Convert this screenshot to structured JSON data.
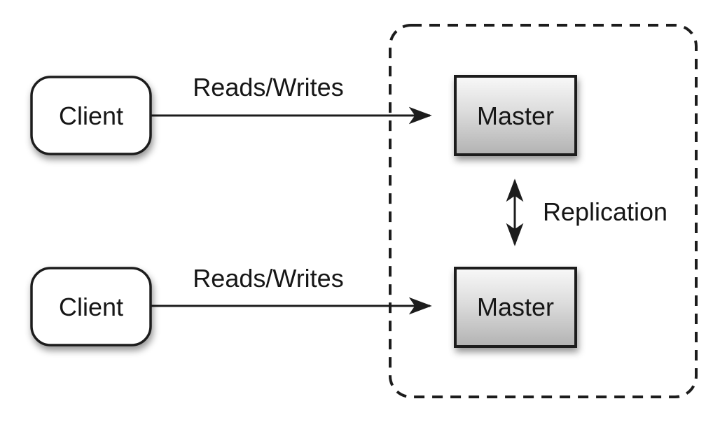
{
  "diagram": {
    "background": "#ffffff",
    "line_color": "#1c1c1c",
    "nodes": {
      "client_top": {
        "label": "Client",
        "fill": "#ffffff"
      },
      "client_bottom": {
        "label": "Client",
        "fill": "#ffffff"
      },
      "master_top": {
        "label": "Master"
      },
      "master_bottom": {
        "label": "Master"
      }
    },
    "master_gradient": {
      "top": "#f8f8f8",
      "mid": "#dcdcdc",
      "bottom": "#b2b2b2"
    },
    "edges": {
      "reads_writes_top": {
        "label": "Reads/Writes"
      },
      "reads_writes_bottom": {
        "label": "Reads/Writes"
      },
      "replication": {
        "label": "Replication"
      }
    },
    "cluster": {
      "border_color": "#1c1c1c",
      "border_style": "dashed"
    }
  }
}
